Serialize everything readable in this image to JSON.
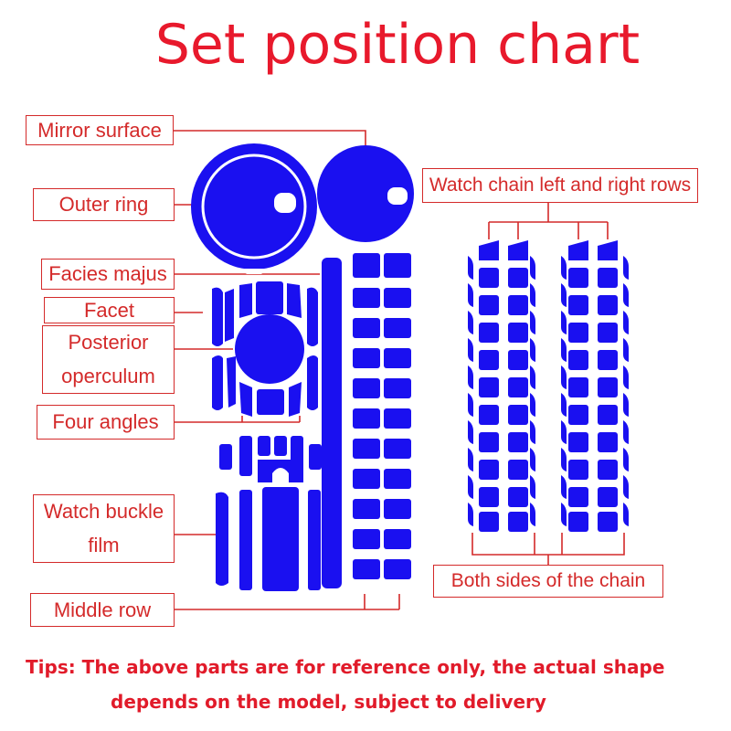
{
  "title": "Set position chart",
  "labels": {
    "mirror_surface": "Mirror surface",
    "outer_ring": "Outer ring",
    "facies_majus": "Facies majus",
    "facet": "Facet",
    "posterior_line1": "Posterior",
    "posterior_line2": "operculum",
    "four_angles": "Four angles",
    "watch_buckle_line1": "Watch buckle",
    "watch_buckle_line2": "film",
    "middle_row": "Middle row",
    "watch_chain_rows": "Watch chain left and right rows",
    "both_sides": "Both sides of the chain"
  },
  "tips": {
    "line1": "Tips: The above parts are for reference only, the actual shape",
    "line2": "depends on the model, subject to delivery"
  },
  "colors": {
    "part_blue": "#1a10f0",
    "label_red": "#d42a2a",
    "title_red": "#e8192c"
  }
}
